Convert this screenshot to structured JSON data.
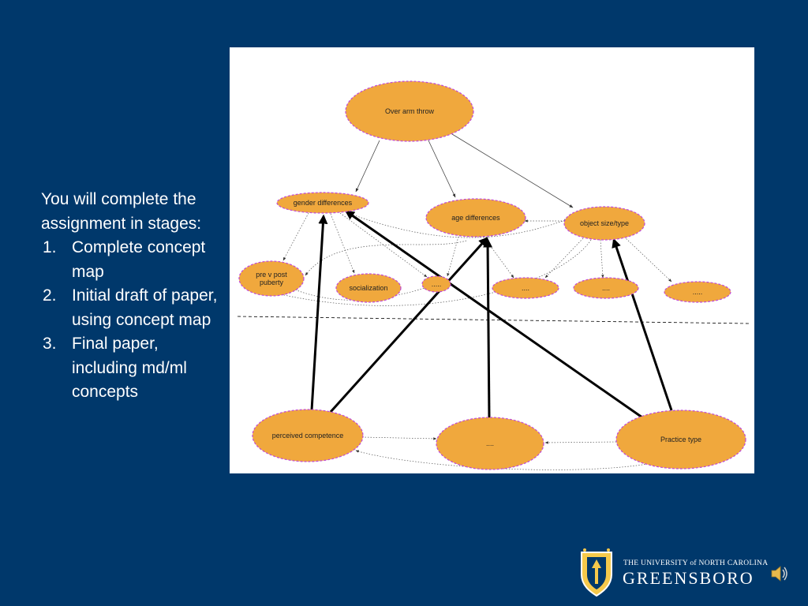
{
  "instructions": {
    "intro": "You  will complete the assignment in stages:",
    "steps": [
      {
        "num": "1.",
        "text": "Complete concept map"
      },
      {
        "num": "2.",
        "text": "Initial draft of paper, using concept map"
      },
      {
        "num": "3.",
        "text": "Final paper, including md/ml concepts"
      }
    ]
  },
  "concept_map": {
    "nodes": [
      {
        "id": "over-arm-throw",
        "label": "Over arm throw"
      },
      {
        "id": "gender-differences",
        "label": "gender differences"
      },
      {
        "id": "age-differences",
        "label": "age differences"
      },
      {
        "id": "object-size-type",
        "label": "object size/type"
      },
      {
        "id": "pre-v-post-puberty",
        "label": "pre v post puberty",
        "lines": [
          "pre v post",
          "puberty"
        ]
      },
      {
        "id": "socialization",
        "label": "socialization"
      },
      {
        "id": "blank-1",
        "label": "....."
      },
      {
        "id": "blank-2",
        "label": "...."
      },
      {
        "id": "blank-3",
        "label": "...."
      },
      {
        "id": "blank-4",
        "label": "....."
      },
      {
        "id": "perceived-competence",
        "label": "perceived competence"
      },
      {
        "id": "blank-5",
        "label": "...."
      },
      {
        "id": "practice-type",
        "label": "Practice type"
      }
    ],
    "colors": {
      "node_fill": "#f0a83d",
      "node_border": "#c04ad8",
      "background": "#00386b"
    }
  },
  "logo": {
    "line1": "THE UNIVERSITY of NORTH CAROLINA",
    "line2": "GREENSBORO",
    "icon": "shield-icon",
    "audio_icon": "speaker-icon"
  }
}
